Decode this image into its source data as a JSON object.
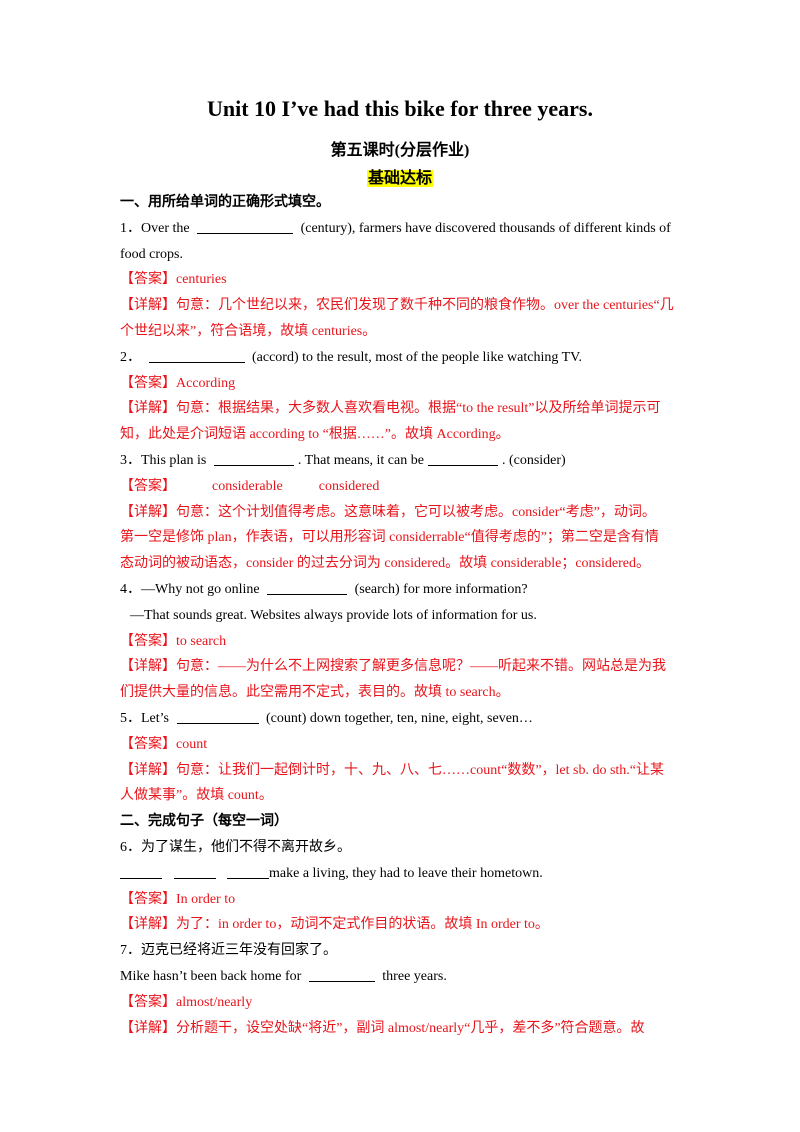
{
  "header": {
    "title": "Unit 10    I’ve had this bike for three years.",
    "subtitle": "第五课时(分层作业)",
    "level": "基础达标"
  },
  "section1": {
    "heading": "一、用所给单词的正确形式填空。",
    "q1": {
      "pre": "1．Over the",
      "post": "(century), farmers have discovered thousands of different kinds of",
      "cont": "food crops.",
      "answer": "【答案】centuries",
      "detail1": "【详解】句意：几个世纪以来，农民们发现了数千种不同的粮食作物。over the centuries“几",
      "detail2": "个世纪以来”，符合语境，故填 centuries。"
    },
    "q2": {
      "pre": "2．",
      "post": "(accord) to the result, most of the people like watching TV.",
      "answer": "【答案】According",
      "detail1": "【详解】句意：根据结果，大多数人喜欢看电视。根据“to the result”以及所给单词提示可",
      "detail2": "知，此处是介词短语 according to “根据……”。故填 According。"
    },
    "q3": {
      "pre": "3．This plan is",
      "mid": ". That means, it can be",
      "post": ". (consider)",
      "answer_label": "【答案】",
      "answer1": "considerable",
      "answer2": "considered",
      "detail1": "【详解】句意：这个计划值得考虑。这意味着，它可以被考虑。consider“考虑”，动词。",
      "detail2": "第一空是修饰 plan，作表语，可以用形容词 considerrable“值得考虑的”；第二空是含有情",
      "detail3": "态动词的被动语态，consider 的过去分词为 considered。故填 considerable；considered。"
    },
    "q4": {
      "pre": "4．—Why not go online",
      "post": "(search) for more information?",
      "reply": "—That sounds great. Websites always provide lots of information for us.",
      "answer": "【答案】to search",
      "detail1": "【详解】句意：——为什么不上网搜索了解更多信息呢？——听起来不错。网站总是为我",
      "detail2": "们提供大量的信息。此空需用不定式，表目的。故填 to search。"
    },
    "q5": {
      "pre": "5．Let’s",
      "post": "(count) down together, ten, nine, eight, seven…",
      "answer": "【答案】count",
      "detail1": "【详解】句意：让我们一起倒计时，十、九、八、七……count“数数”，let sb. do sth.“让某",
      "detail2": "人做某事”。故填 count。"
    }
  },
  "section2": {
    "heading": "二、完成句子（每空一词）",
    "q6": {
      "prompt": "6．为了谋生，他们不得不离开故乡。",
      "post": "make a living, they had to leave their hometown.",
      "answer": "【答案】In order to",
      "detail1": "【详解】为了：in order to，动词不定式作目的状语。故填 In order to。"
    },
    "q7": {
      "prompt": "7．迈克已经将近三年没有回家了。",
      "pre": "Mike hasn’t been back home for",
      "post": "three years.",
      "answer": "【答案】almost/nearly",
      "detail1": "【详解】分析题干，设空处缺“将近”，副词 almost/nearly“几乎，差不多”符合题意。故"
    }
  }
}
